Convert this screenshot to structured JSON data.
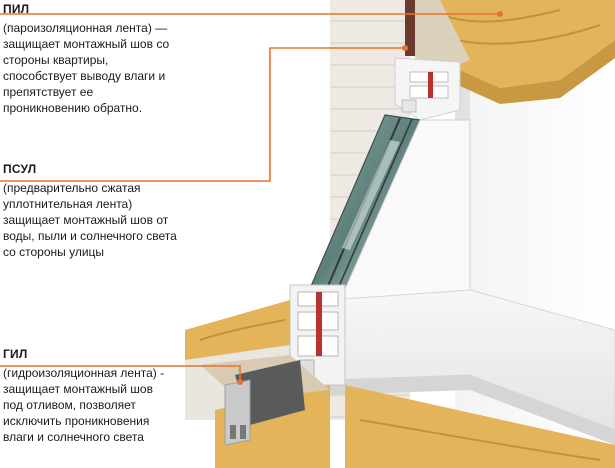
{
  "colors": {
    "accent_line": "#e8732c",
    "wood": "#e3b35a",
    "wall": "#efece6",
    "pvc": "#f4f4f4",
    "glass": "#5c7e7a",
    "seal": "#b8322f"
  },
  "labels": {
    "pil": {
      "name": "ПИЛ",
      "desc": "(пароизоляционная лента) — защищает монтажный шов со стороны квартиры, способствует выводу влаги и препятствует ее проникновению обратно."
    },
    "psul": {
      "name": "ПСУЛ",
      "desc": "(предварительно сжатая уплотнительная лента) защищает  монтажный шов от воды, пыли и солнечного света со стороны улицы"
    },
    "gil": {
      "name": "ГИЛ",
      "desc": "(гидроизоляционная лента) - защищает монтажный шов под отливом, позволяет исключить проникновения влаги и солнечного света"
    }
  }
}
